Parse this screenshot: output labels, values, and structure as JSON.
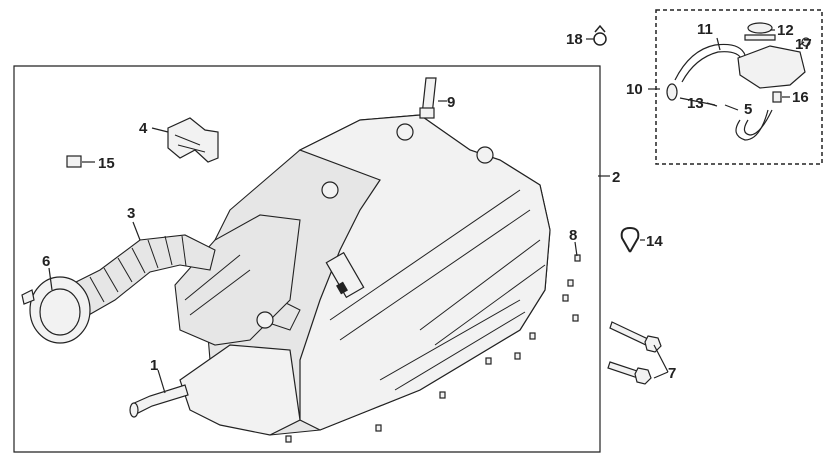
{
  "callouts": [
    "1",
    "2",
    "3",
    "4",
    "5",
    "6",
    "7",
    "8",
    "9",
    "10",
    "11",
    "12",
    "13",
    "14",
    "15",
    "16",
    "17",
    "18"
  ],
  "colors": {
    "line": "#222222",
    "fill": "#f2f2f2",
    "shade": "#e6e6e6",
    "background": "#ffffff"
  }
}
